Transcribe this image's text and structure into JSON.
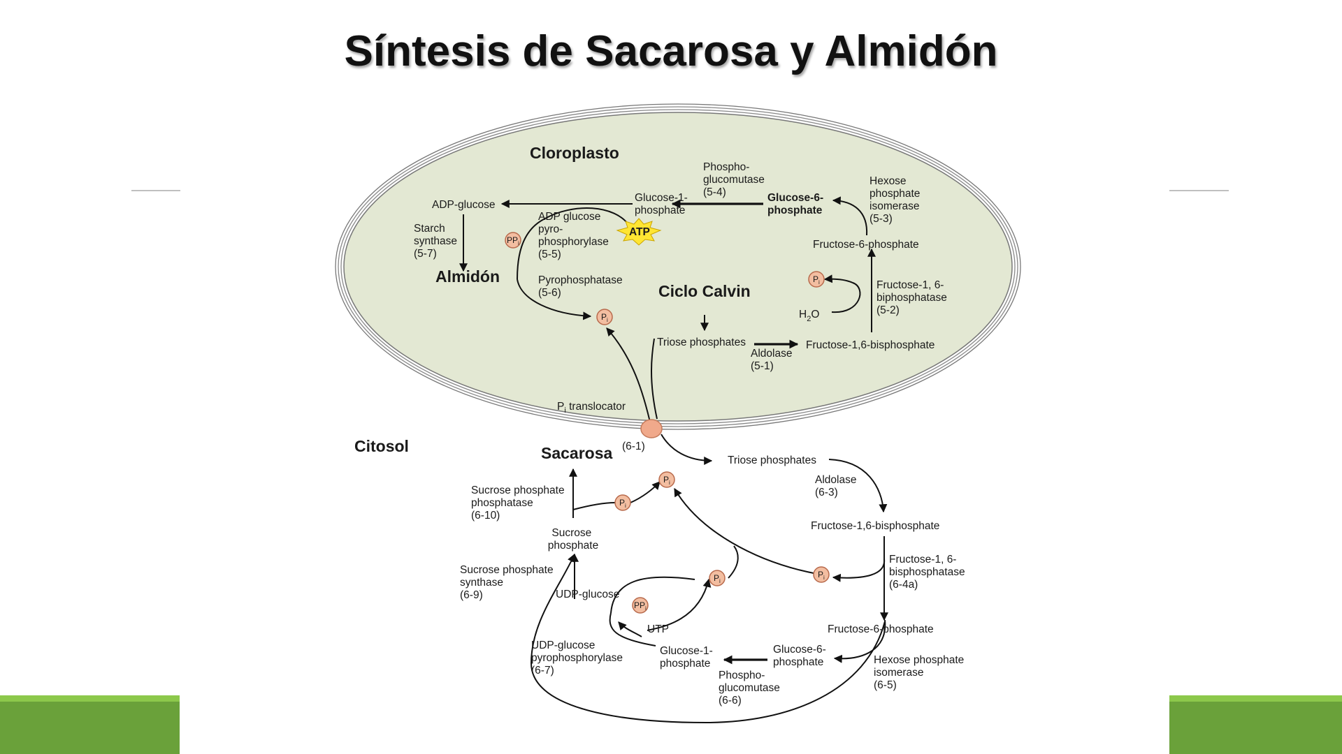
{
  "slide": {
    "title": "Síntesis de Sacarosa y Almidón",
    "accent_color": "#6aa13a",
    "accent_light": "#8cc84b"
  },
  "diagram": {
    "colors": {
      "chloroplast_fill": "#e3e8d3",
      "pi_fill": "#f3bea1",
      "translocator": "#f0a98b",
      "atp_fill": "#ffe533"
    },
    "compartments": {
      "chloroplast": "Cloroplasto",
      "cytosol": "Citosol"
    },
    "chloroplast": {
      "adp_glucose": "ADP-glucose",
      "starch_synthase": [
        "Starch",
        "synthase",
        "(5-7)"
      ],
      "almidon": "Almidón",
      "adp_glucose_pyrophosphorylase": [
        "ADP glucose",
        "pyro-",
        "phosphorylase",
        "(5-5)"
      ],
      "pyrophosphatase": [
        "Pyrophosphatase",
        "(5-6)"
      ],
      "atp": "ATP",
      "glucose_1_phosphate": [
        "Glucose-1-",
        "phosphate"
      ],
      "phosphoglucomutase": [
        "Phospho-",
        "glucomutase",
        "(5-4)"
      ],
      "glucose_6_phosphate": [
        "Glucose-6-",
        "phosphate"
      ],
      "hexose_phosphate_isomerase": [
        "Hexose",
        "phosphate",
        "isomerase",
        "(5-3)"
      ],
      "fructose_6_phosphate": "Fructose-6-phosphate",
      "fructose_bisphosphatase": [
        "Fructose-1, 6-",
        "biphosphatase",
        "(5-2)"
      ],
      "h2o": "H",
      "h2o_sub": "2",
      "h2o_tail": "O",
      "ciclo_calvin": "Ciclo Calvin",
      "triose_phosphates": "Triose phosphates",
      "aldolase": [
        "Aldolase",
        "(5-1)"
      ],
      "fructose_1_6_bisphosphate": "Fructose-1,6-bisphosphate",
      "pi_translocator": "P",
      "pi_translocator_sub": "i",
      "pi_translocator_tail": " translocator"
    },
    "cytosol": {
      "sacarosa": "Sacarosa",
      "translocator_number": "(6-1)",
      "triose_phosphates": "Triose phosphates",
      "aldolase": [
        "Aldolase",
        "(6-3)"
      ],
      "fructose_1_6_bisphosphate": "Fructose-1,6-bisphosphate",
      "fructose_bisphosphatase": [
        "Fructose-1, 6-",
        "bisphosphatase",
        "(6-4a)"
      ],
      "fructose_6_phosphate": "Fructose-6-phosphate",
      "hexose_phosphate_isomerase": [
        "Hexose phosphate",
        "isomerase",
        "(6-5)"
      ],
      "glucose_6_phosphate": [
        "Glucose-6-",
        "phosphate"
      ],
      "phosphoglucomutase": [
        "Phospho-",
        "glucomutase",
        "(6-6)"
      ],
      "glucose_1_phosphate": [
        "Glucose-1-",
        "phosphate"
      ],
      "utp": "UTP",
      "udp_glucose_pyrophosphorylase": [
        "UDP-glucose",
        "pyrophosphorylase",
        "(6-7)"
      ],
      "udp_glucose": "UDP-glucose",
      "sucrose_phosphate_synthase": [
        "Sucrose phosphate",
        "synthase",
        "(6-9)"
      ],
      "sucrose_phosphate": [
        "Sucrose",
        "phosphate"
      ],
      "sucrose_phosphate_phosphatase": [
        "Sucrose phosphate",
        "phosphatase",
        "(6-10)"
      ]
    },
    "symbols": {
      "pi": "P",
      "pi_sub": "i",
      "ppi": "PP",
      "ppi_sub": "i"
    }
  }
}
